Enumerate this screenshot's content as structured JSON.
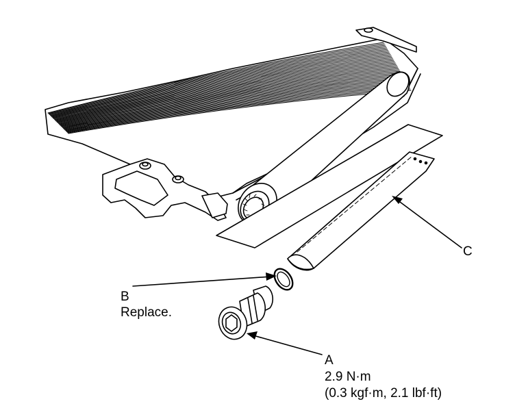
{
  "labels": {
    "a": {
      "letter": "A",
      "torque_nm": "2.9 N·m",
      "torque_alt": "(0.3 kgf·m, 2.1 lbf·ft)"
    },
    "b": {
      "letter": "B",
      "note": "Replace."
    },
    "c": {
      "letter": "C"
    }
  }
}
